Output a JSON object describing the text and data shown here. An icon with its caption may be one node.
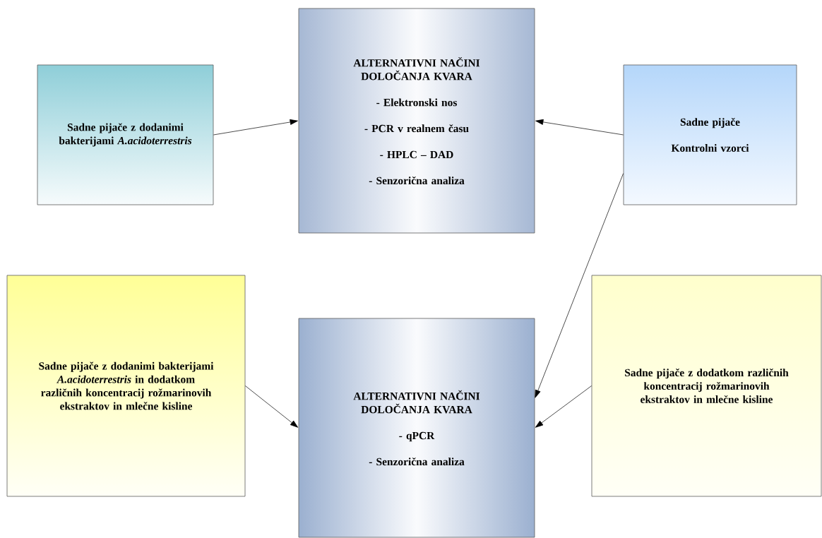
{
  "diagram": {
    "nodes": [
      {
        "text": [
          "Sadne pijače z dodanimi bakterijami *A.acidoterrestris*"
        ]
      },
      {
        "text": [
          "ALTERNATIVNI NAČINI DOLOČANJA KVARA",
          "- Elektronski nos",
          "- PCR v realnem času",
          "- HPLC – DAD",
          "- Senzorična analiza"
        ]
      },
      {
        "text": [
          "Sadne pijače",
          "Kontrolni vzorci"
        ]
      },
      {
        "text": [
          "Sadne pijače z dodanimi bakterijami *A.acidoterrestris* in dodatkom različnih koncentracij rožmarinovih ekstraktov in mlečne kisline"
        ]
      },
      {
        "text": [
          "ALTERNATIVNI NAČINI DOLOČANJA KVARA",
          "- qPCR",
          "- Senzorična analiza"
        ]
      },
      {
        "text": [
          "Sadne pijače z dodatkom različnih koncentracij rožmarinovih ekstraktov in mlečne kisline"
        ]
      }
    ],
    "edges": [
      {
        "from": 0,
        "to": 1,
        "arrow": "to"
      },
      {
        "from": 2,
        "to": 1,
        "arrow": "to"
      },
      {
        "from": 2,
        "to": 4,
        "arrow": "to"
      },
      {
        "from": 3,
        "to": 4,
        "arrow": "to"
      },
      {
        "from": 5,
        "to": 4,
        "arrow": "to"
      }
    ]
  }
}
